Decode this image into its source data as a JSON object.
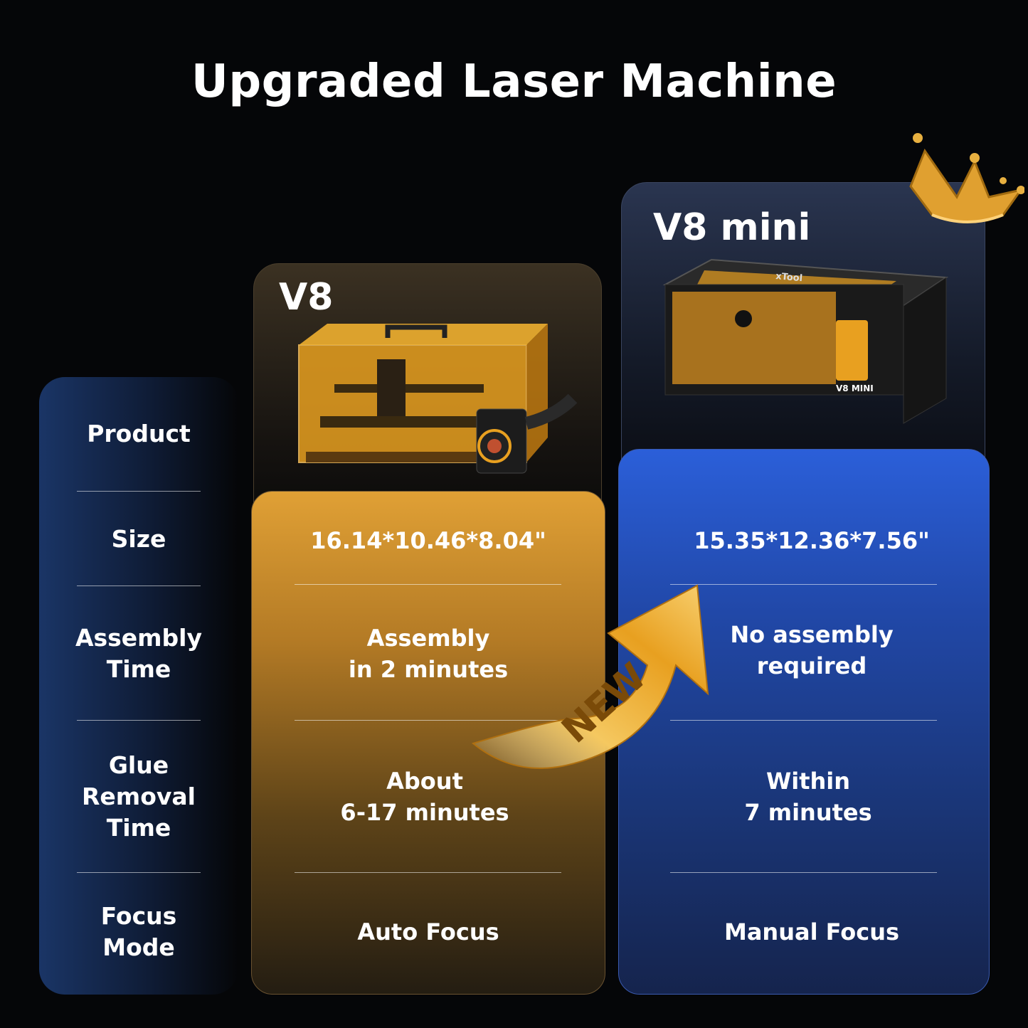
{
  "title": "Upgraded Laser Machine",
  "labels": {
    "product": "Product",
    "size": "Size",
    "assembly": "Assembly\nTime",
    "glue": "Glue\nRemoval\nTime",
    "focus": "Focus\nMode"
  },
  "v8": {
    "name": "V8",
    "size": "16.14*10.46*8.04\"",
    "assembly": "Assembly\nin 2 minutes",
    "glue": "About\n6-17 minutes",
    "focus": "Auto Focus"
  },
  "v8mini": {
    "name": "V8 mini",
    "size": "15.35*12.36*7.56\"",
    "assembly": "No assembly\nrequired",
    "glue": "Within\n7 minutes",
    "focus": "Manual Focus",
    "body_text": "V8\nMINI",
    "brand_text": "xTool"
  },
  "badge": "NEW",
  "icons": {
    "crown": "crown-icon",
    "arrow": "curved-arrow-icon"
  },
  "colors": {
    "gold": "#e0a035",
    "blue": "#2b5fd9",
    "background": "#050608"
  }
}
